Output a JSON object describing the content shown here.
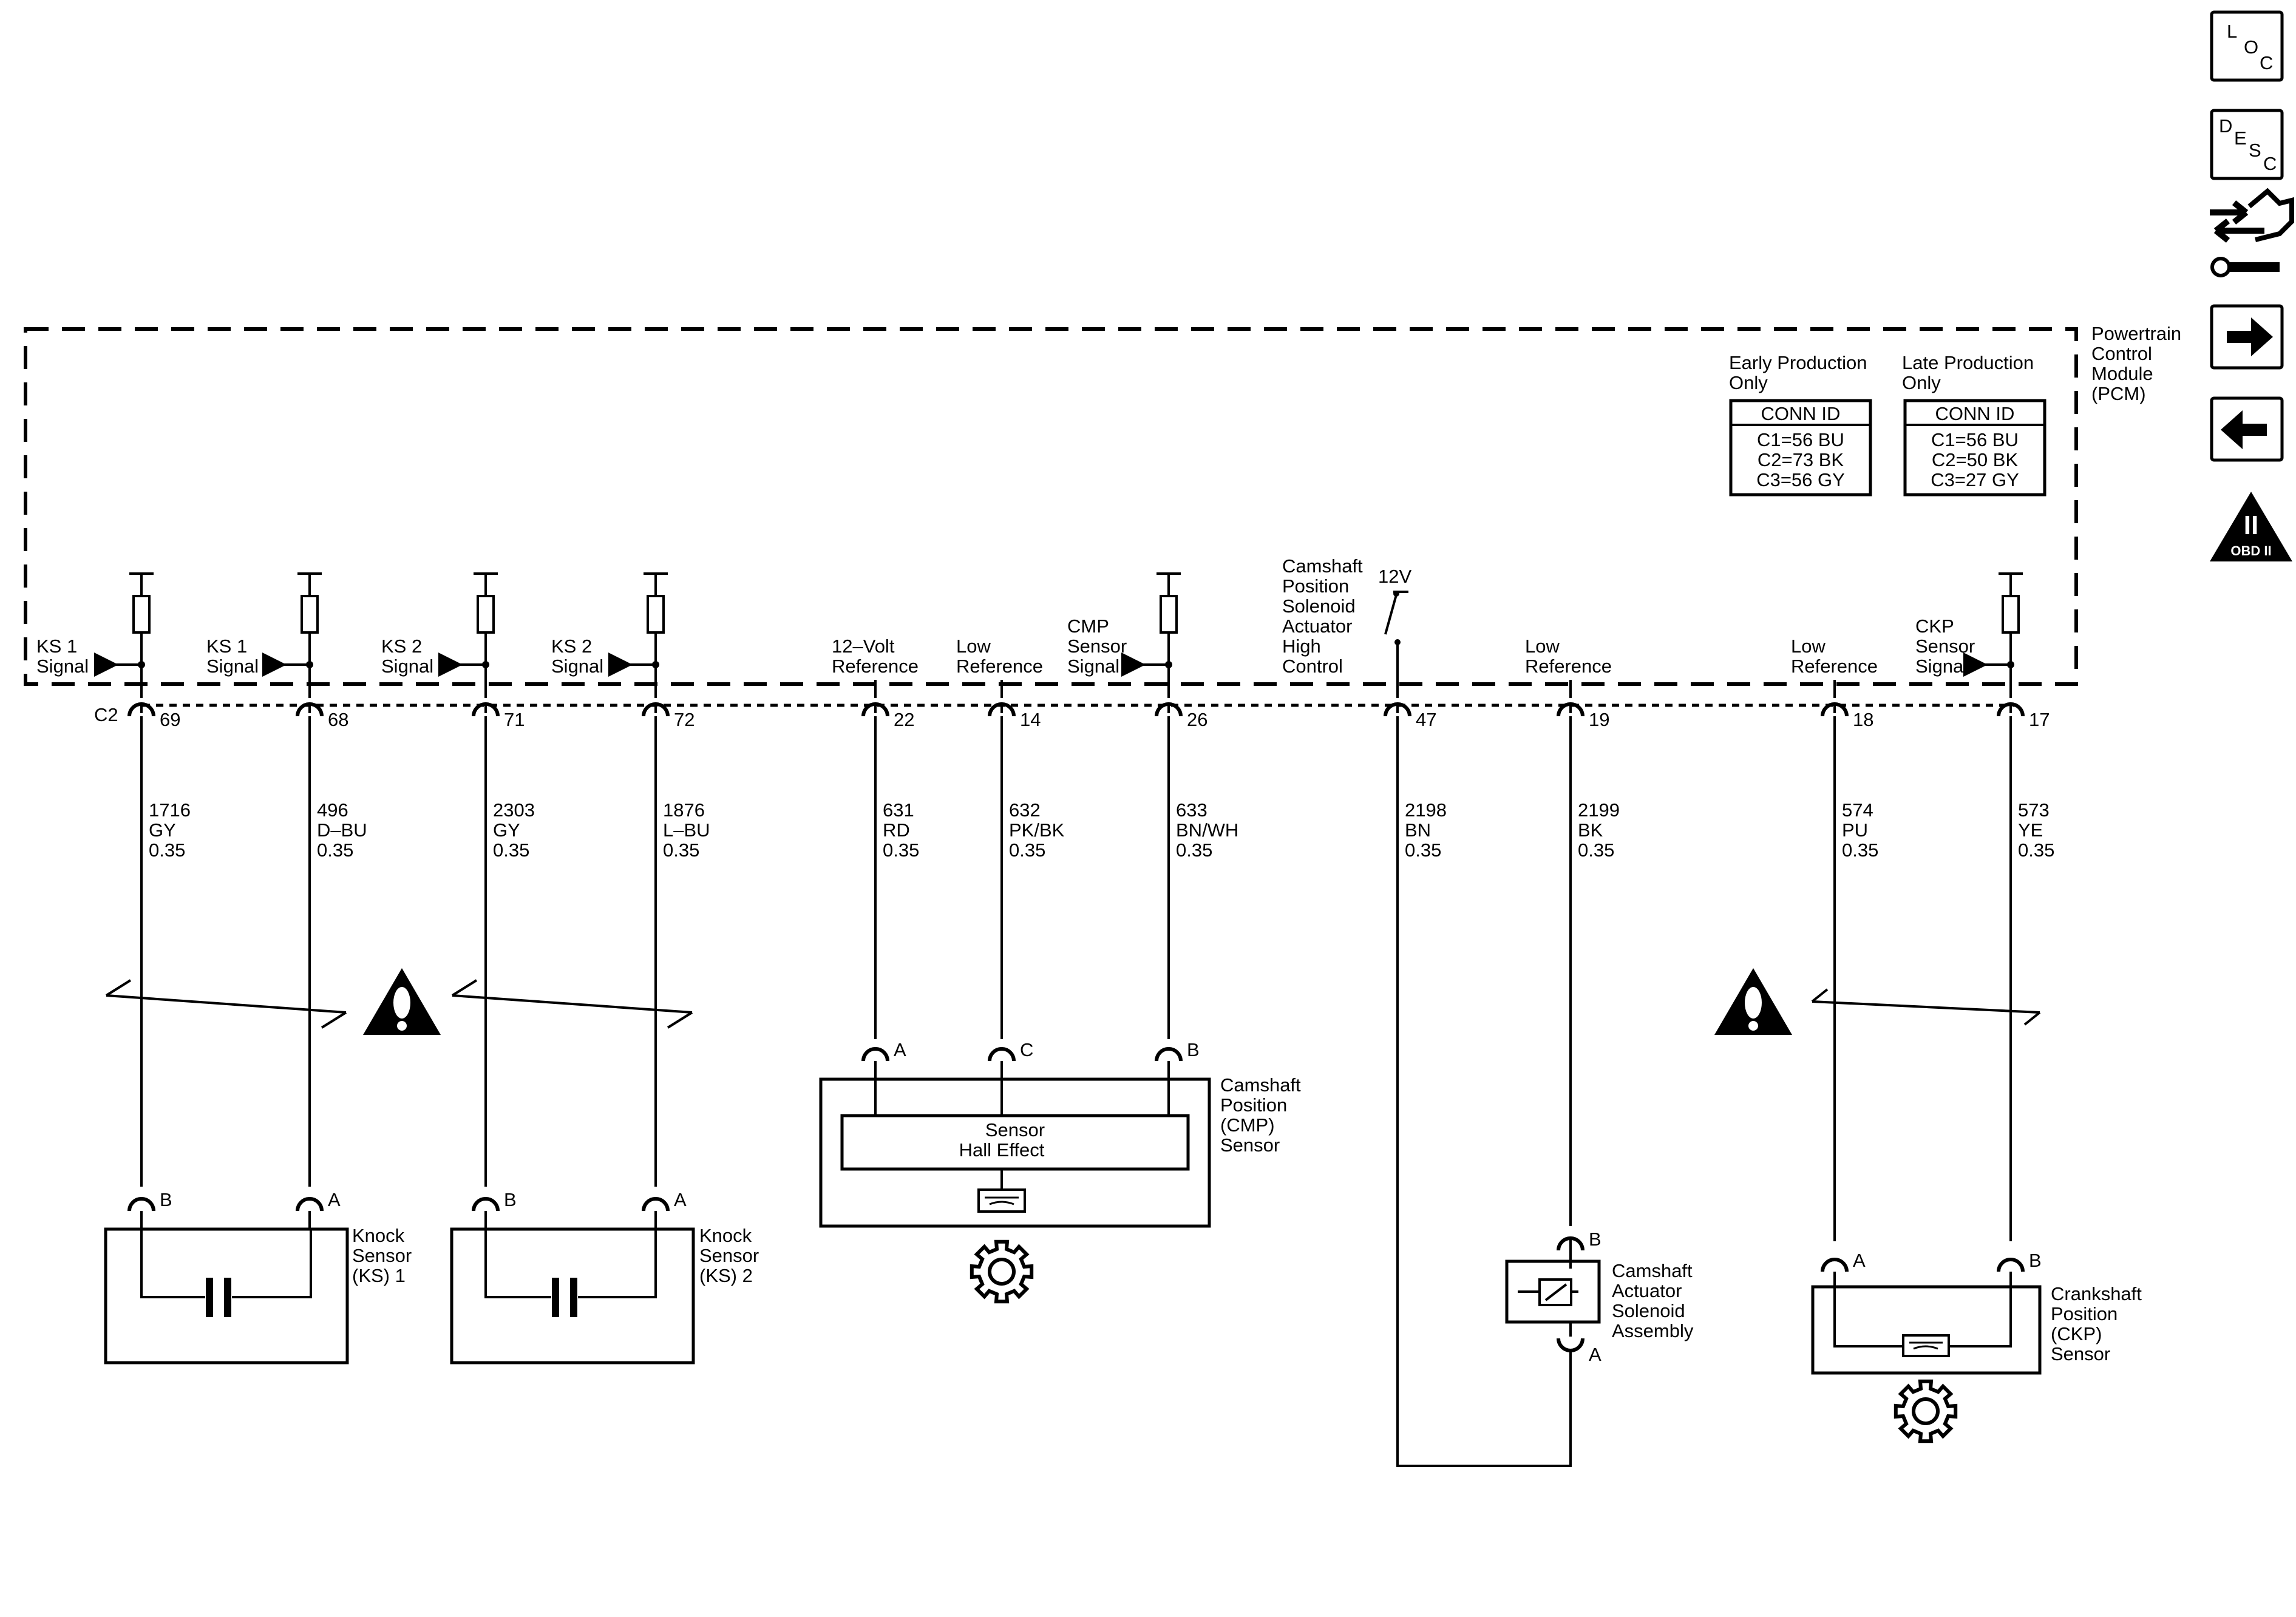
{
  "module": {
    "name": "Powertrain Control Module (PCM)"
  },
  "conn_ids": [
    {
      "heading": "Early Production Only",
      "title": "CONN ID",
      "rows": [
        "C1=56 BU",
        "C2=73 BK",
        "C3=56 GY"
      ]
    },
    {
      "heading": "Late Production Only",
      "title": "CONN ID",
      "rows": [
        "C1=56 BU",
        "C2=50 BK",
        "C3=27 GY"
      ]
    }
  ],
  "connector": "C2",
  "circuits": [
    {
      "pin": "69",
      "signal": "KS 1 Signal",
      "circuit": "1716",
      "color": "GY",
      "gauge": "0.35"
    },
    {
      "pin": "68",
      "signal": "KS 1 Signal",
      "circuit": "496",
      "color": "D–BU",
      "gauge": "0.35"
    },
    {
      "pin": "71",
      "signal": "KS 2 Signal",
      "circuit": "2303",
      "color": "GY",
      "gauge": "0.35"
    },
    {
      "pin": "72",
      "signal": "KS 2 Signal",
      "circuit": "1876",
      "color": "L–BU",
      "gauge": "0.35"
    },
    {
      "pin": "22",
      "signal": "12–Volt Reference",
      "circuit": "631",
      "color": "RD",
      "gauge": "0.35"
    },
    {
      "pin": "14",
      "signal": "Low Reference",
      "circuit": "632",
      "color": "PK/BK",
      "gauge": "0.35"
    },
    {
      "pin": "26",
      "signal": "CMP Sensor Signal",
      "circuit": "633",
      "color": "BN/WH",
      "gauge": "0.35"
    },
    {
      "pin": "47",
      "signal": "Camshaft Position Solenoid Actuator High Control",
      "circuit": "2198",
      "color": "BN",
      "gauge": "0.35"
    },
    {
      "pin": "19",
      "signal": "Low Reference",
      "circuit": "2199",
      "color": "BK",
      "gauge": "0.35"
    },
    {
      "pin": "18",
      "signal": "Low Reference",
      "circuit": "574",
      "color": "PU",
      "gauge": "0.35"
    },
    {
      "pin": "17",
      "signal": "CKP Sensor Signal",
      "circuit": "573",
      "color": "YE",
      "gauge": "0.35"
    }
  ],
  "supply_label": "12V",
  "components": {
    "ks1": {
      "name": "Knock Sensor (KS) 1",
      "pins": [
        "B",
        "A"
      ]
    },
    "ks2": {
      "name": "Knock Sensor (KS) 2",
      "pins": [
        "B",
        "A"
      ]
    },
    "cmp": {
      "name": "Camshaft Position (CMP) Sensor",
      "inner": "Sensor Hall Effect",
      "pins": [
        "A",
        "C",
        "B"
      ]
    },
    "cam_actuator": {
      "name": "Camshaft Actuator Solenoid Assembly",
      "pins": [
        "B",
        "A"
      ]
    },
    "ckp": {
      "name": "Crankshaft Position (CKP) Sensor",
      "pins": [
        "A",
        "B"
      ]
    }
  },
  "nav": {
    "loc": [
      "L",
      "O",
      "C"
    ],
    "desc": [
      "D",
      "E",
      "S",
      "C"
    ],
    "obd": [
      "II",
      "OBD II"
    ]
  },
  "icons": [
    "loc-icon",
    "desc-icon",
    "connector-pinout-icon",
    "next-arrow-icon",
    "back-arrow-icon",
    "obd-ii-icon",
    "caution-icon",
    "gear-icon"
  ]
}
